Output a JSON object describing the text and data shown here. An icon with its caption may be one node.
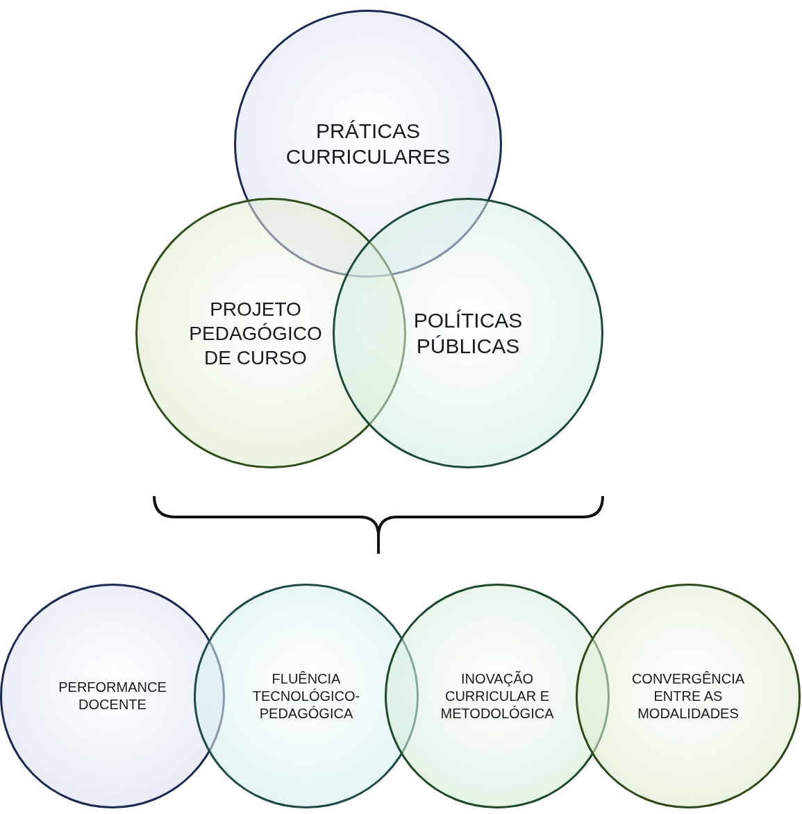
{
  "diagram": {
    "nodes": [
      {
        "text": [
          "PRÁTICAS CURRICULARES"
        ]
      },
      {
        "text": [
          "PROJETO PEDAGÓGICO DE CURSO"
        ]
      },
      {
        "text": [
          "POLÍTICAS PÚBLICAS"
        ]
      },
      {
        "text": [
          "PERFORMANCE DOCENTE"
        ]
      },
      {
        "text": [
          "FLUÊNCIA TECNOLÓGICO-PEDAGÓGICA"
        ]
      },
      {
        "text": [
          "INOVAÇÃO CURRICULAR E METODOLÓGICA"
        ]
      },
      {
        "text": [
          "CONVERGÊNCIA ENTRE AS MODALIDADES"
        ]
      }
    ]
  }
}
